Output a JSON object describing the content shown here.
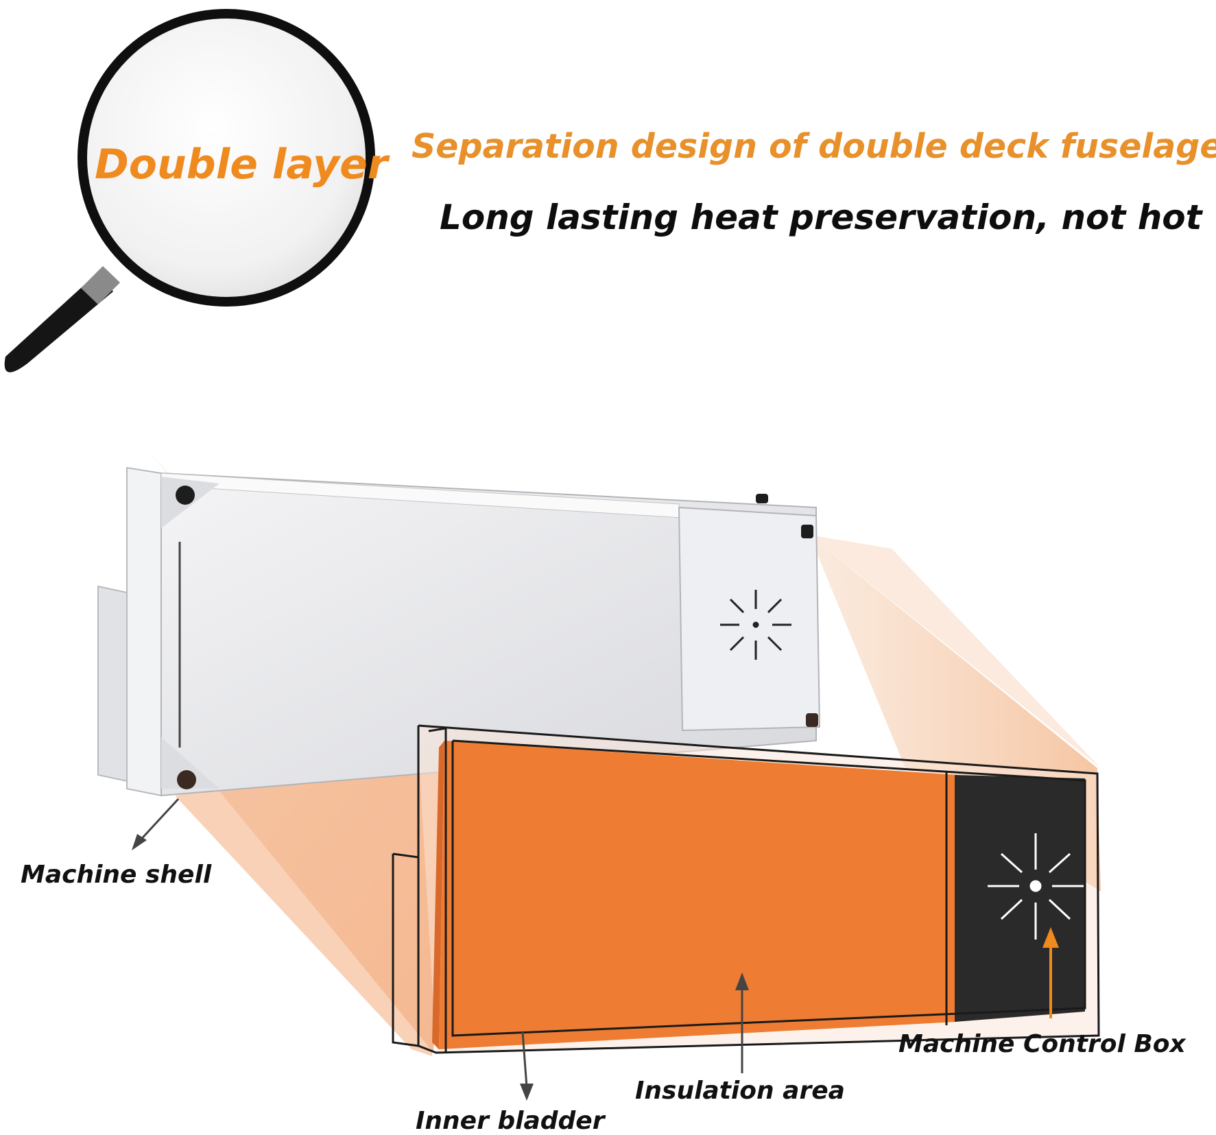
{
  "magnifier": {
    "text": "Double layer"
  },
  "header": {
    "headline": "Separation design of double deck fuselage",
    "subheadline": "Long lasting heat preservation, not hot"
  },
  "labels": {
    "machine_shell": "Machine shell",
    "inner_bladder": "Inner bladder",
    "insulation_area": "Insulation area",
    "control_box": "Machine Control Box"
  },
  "colors": {
    "orange_text": "#e8902a",
    "orange_block": "#ee7d33",
    "control_box_fill": "#2a2a2a",
    "metal": "#e4e5e8",
    "arrow": "#444444"
  }
}
